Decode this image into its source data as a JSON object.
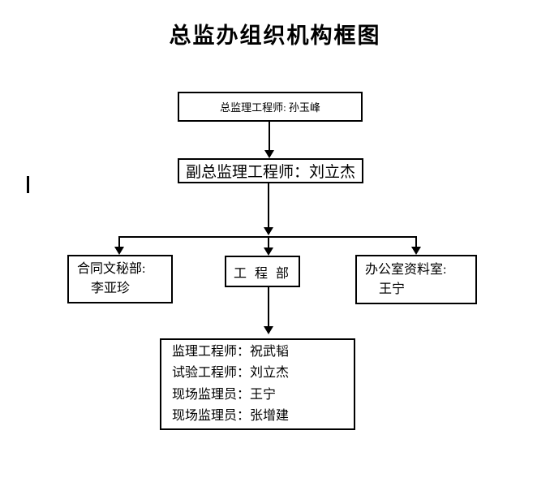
{
  "document": {
    "title": "总监办组织机构框图"
  },
  "org_chart": {
    "level1": {
      "label": "总监理工程师: 孙玉峰"
    },
    "level2": {
      "label": "副总监理工程师：刘立杰"
    },
    "level3": {
      "contract_dept": {
        "line1": "合同文秘部:",
        "line2": "李亚珍"
      },
      "engineering_dept": {
        "label": "工 程 部"
      },
      "office_archive": {
        "line1": "办公室资料室:",
        "line2": "王宁"
      }
    },
    "level4": {
      "members": [
        "监理工程师：祝武韬",
        "试验工程师：刘立杰",
        "现场监理员：王宁",
        "现场监理员：张增建"
      ]
    }
  },
  "marks": {
    "caret": "text-caret-bar"
  }
}
